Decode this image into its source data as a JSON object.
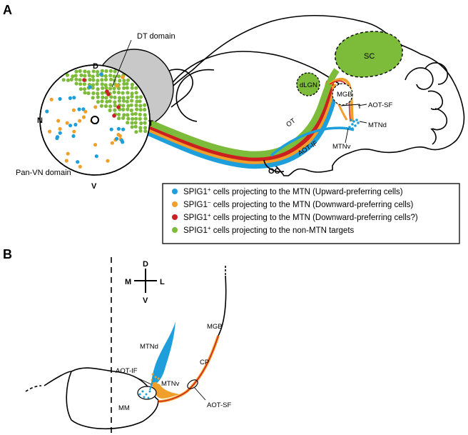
{
  "colors": {
    "spig1_upward": "#1e9fdb",
    "spig1neg_downward": "#f0a02a",
    "spig1_downward": "#cc1f1f",
    "non_mtn": "#7dbb3a",
    "dt_domain": "#c8c8c8"
  },
  "panel_a": {
    "letter": "A",
    "retina": {
      "domain_label_dt": "DT domain",
      "domain_label_vn": "Pan-VN domain",
      "axis_d": "D",
      "axis_n": "N",
      "axis_t": "T",
      "axis_v": "V"
    },
    "brain": {
      "sc": "SC",
      "dlgn": "dLGN",
      "mgb": "MGB",
      "aot_sf": "AOT-SF",
      "mtnd": "MTNd",
      "mtnv": "MTNv",
      "ot": "OT",
      "aot_if": "AOT-IF",
      "oc": "OC"
    },
    "legend": [
      {
        "color_key": "spig1_upward",
        "prefix": "SPIG1",
        "sup": "+",
        "text": " cells projecting to the MTN (Upward-preferring cells)"
      },
      {
        "color_key": "spig1neg_downward",
        "prefix": "SPIG1",
        "sup": "−",
        "text": " cells projecting to the MTN (Downward-preferring cells)"
      },
      {
        "color_key": "spig1_downward",
        "prefix": "SPIG1",
        "sup": "+",
        "text": " cells projecting to the MTN (Downward-preferring cells?)"
      },
      {
        "color_key": "non_mtn",
        "prefix": "SPIG1",
        "sup": "+",
        "text": " cells projecting to the non-MTN targets"
      }
    ]
  },
  "panel_b": {
    "letter": "B",
    "compass": {
      "d": "D",
      "m": "M",
      "l": "L",
      "v": "V"
    },
    "labels": {
      "mgb": "MGB",
      "mtnd": "MTNd",
      "cp": "CP",
      "aot_if": "AOT-IF",
      "mtnv": "MTNv",
      "mm": "MM",
      "aot_sf": "AOT-SF"
    }
  }
}
